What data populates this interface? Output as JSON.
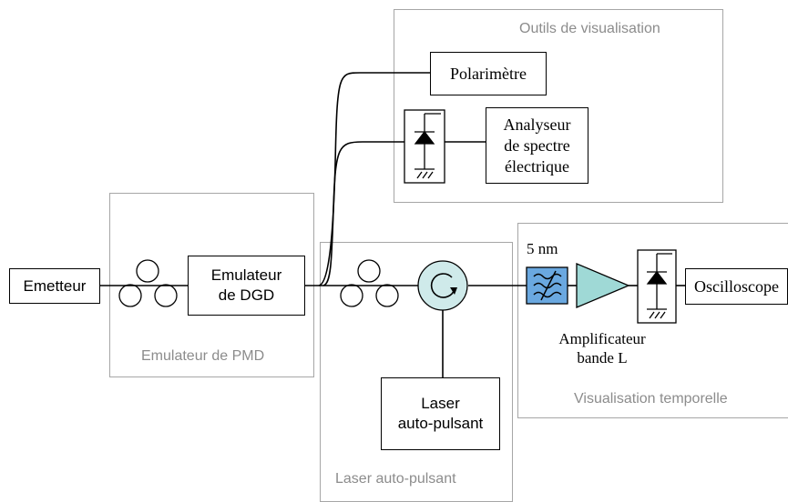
{
  "groups": {
    "outils": "Outils de visualisation",
    "pmd": "Emulateur de PMD",
    "laser": "Laser auto-pulsant",
    "temporelle": "Visualisation temporelle"
  },
  "blocks": {
    "emetteur": "Emetteur",
    "emulateur_dgd": "Emulateur\nde DGD",
    "polarimetre": "Polarimètre",
    "analyseur": "Analyseur\nde spectre\nélectrique",
    "laser": "Laser\nauto-pulsant",
    "oscilloscope": "Oscilloscope"
  },
  "annotations": {
    "filter_bw": "5 nm",
    "amplificateur": "Amplificateur\nbande L"
  },
  "colors": {
    "group_border": "#a6a6a6",
    "group_label": "#8c8c8c",
    "circulator_fill": "#cfeaea",
    "filter_fill": "#6aa8e0",
    "amplifier_fill": "#9fd9d6"
  }
}
